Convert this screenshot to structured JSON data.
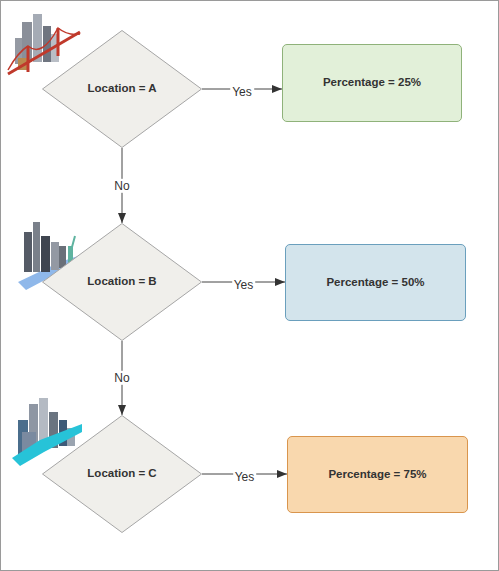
{
  "diagram": {
    "nodes": [
      {
        "text": [
          "Location = A"
        ]
      },
      {
        "text": [
          "Percentage = 25%"
        ]
      },
      {
        "text": [
          "Location = B"
        ]
      },
      {
        "text": [
          "Percentage = 50%"
        ]
      },
      {
        "text": [
          "Location = C"
        ]
      },
      {
        "text": [
          "Percentage = 75%"
        ]
      }
    ],
    "edges": [
      {
        "from": 0,
        "to": 1,
        "arrow": "to",
        "label": "Yes"
      },
      {
        "from": 0,
        "to": 2,
        "arrow": "to",
        "label": "No"
      },
      {
        "from": 2,
        "to": 3,
        "arrow": "to",
        "label": "Yes"
      },
      {
        "from": 2,
        "to": 4,
        "arrow": "to",
        "label": "No"
      },
      {
        "from": 4,
        "to": 5,
        "arrow": "to",
        "label": "Yes"
      }
    ]
  }
}
